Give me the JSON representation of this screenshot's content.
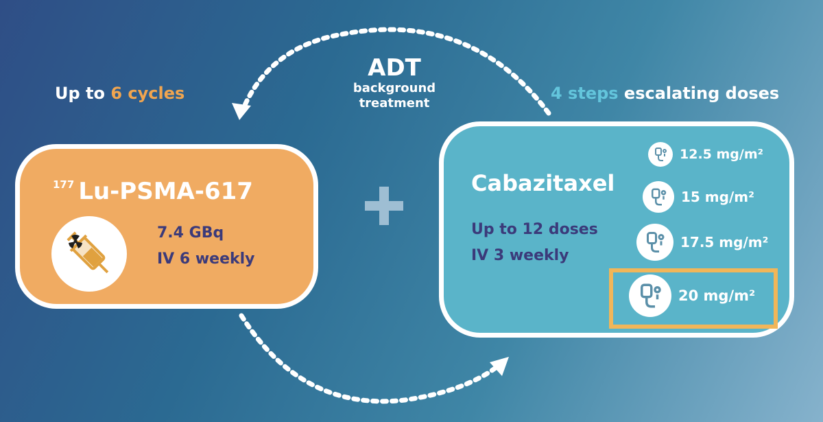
{
  "left_caption": {
    "prefix": "Up to ",
    "highlight": "6 cycles"
  },
  "right_caption": {
    "highlight": "4 steps",
    "suffix": " escalating doses"
  },
  "adt": {
    "title": "ADT",
    "subtitle": "background treatment"
  },
  "lu_box": {
    "isotope": "177",
    "name": "Lu-PSMA-617",
    "dose": "7.4 GBq",
    "schedule": "IV 6 weekly",
    "icon": "radioactive-syringe-icon"
  },
  "plus": "plus-icon",
  "cab_box": {
    "name": "Cabazitaxel",
    "doses_limit": "Up to 12 doses",
    "schedule": "IV 3 weekly",
    "steps": [
      {
        "label": "12.5 mg/m²",
        "icon": "iv-drip-icon"
      },
      {
        "label": "15 mg/m²",
        "icon": "iv-drip-icon"
      },
      {
        "label": "17.5 mg/m²",
        "icon": "iv-drip-icon"
      },
      {
        "label": "20 mg/m²",
        "icon": "iv-drip-icon",
        "highlighted": true
      }
    ]
  },
  "colors": {
    "orange_box": "#f0ab62",
    "teal_box": "#5ab4c9",
    "highlight_orange": "#f1a54f",
    "highlight_teal": "#63c5dc",
    "body_text": "#3b3a7a"
  }
}
